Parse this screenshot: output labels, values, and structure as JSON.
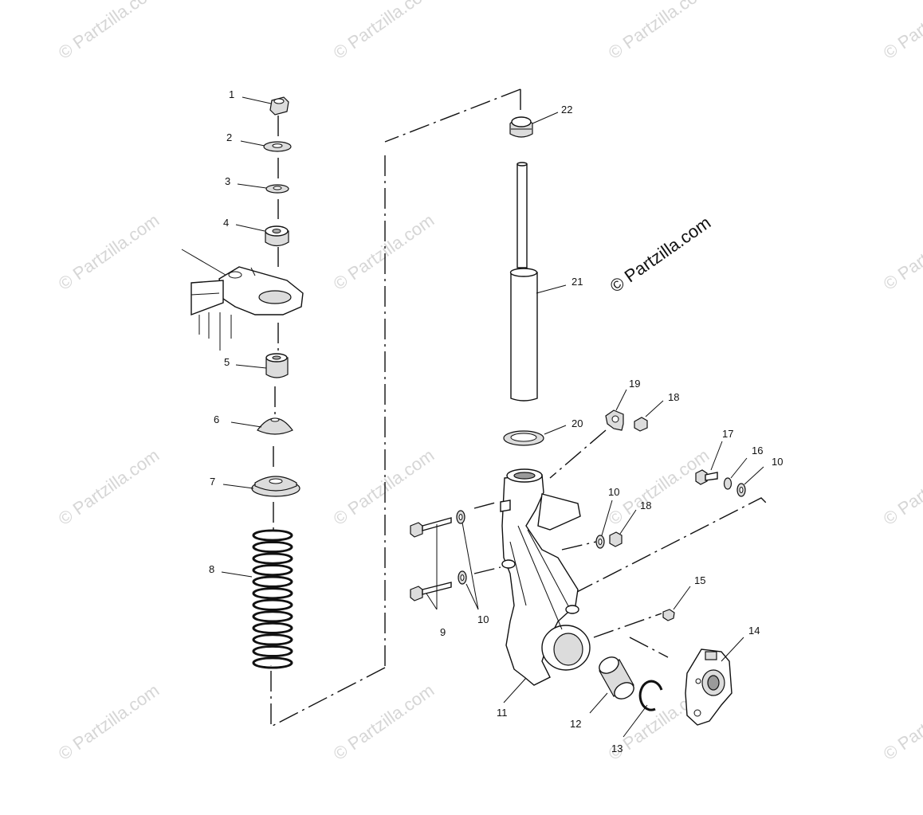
{
  "watermarks": {
    "text": "© Partzilla.com",
    "center_text": "© Partzilla.com"
  },
  "callouts": [
    "1",
    "2",
    "3",
    "4",
    "5",
    "6",
    "7",
    "8",
    "9",
    "10",
    "10",
    "10",
    "10",
    "11",
    "12",
    "13",
    "14",
    "15",
    "16",
    "17",
    "18",
    "18",
    "19",
    "20",
    "21",
    "22"
  ],
  "colors": {
    "line": "#111111",
    "watermark": "#d6d6d6",
    "fill_light": "#dcdcdc",
    "fill_dark": "#9a9a9a"
  }
}
